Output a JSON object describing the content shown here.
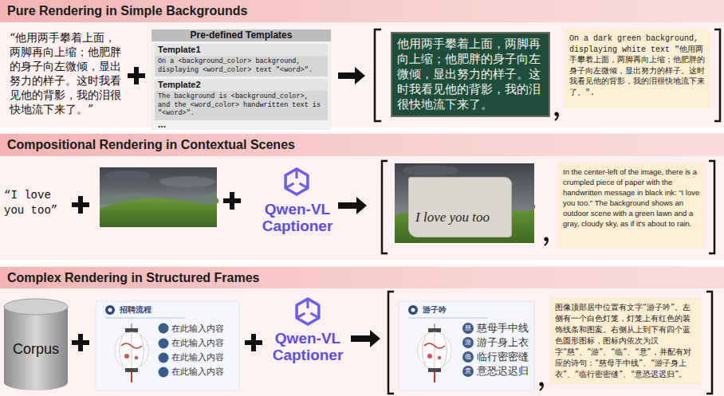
{
  "diagram": {
    "nodes": [
      {
        "text": [
          "Pure Rendering in Simple Backgrounds"
        ]
      },
      {
        "text": [
          "Pre-defined Templates"
        ]
      },
      {
        "text": [
          "Template1",
          "On a <background_color> background, displaying <word_color> text \"<word>\"."
        ],
        "in": 1
      },
      {
        "text": [
          "Template2",
          "The background is <background_color>, and the <word_color> handwritten text is \"<word>\"."
        ],
        "in": 1
      },
      {
        "text": [
          "他用两手攀着上面，两脚再向上缩；他肥胖的身子向左微倾，显出努力的样子。这时我看见他的背影，我的泪很快地流下来了。"
        ]
      },
      {
        "text": [
          "On a dark green background, displaying white text \"他用两手攀着上面，两脚再向上缩；他肥胖的身子向左微倾，显出努力的样子。这时我看见他的背影，我的泪很快地流下来了。\"."
        ]
      },
      {
        "text": [
          "Compositional Rendering in Contextual Scenes"
        ]
      },
      {
        "text": [
          "I love you too"
        ]
      },
      {
        "text": [
          "In the center-left of the image, there is a crumpled piece of paper with the handwritten message in black ink: \"I love you too.\" The background shows an outdoor scene with a green lawn and a gray, cloudy sky, as if it's about to rain."
        ]
      },
      {
        "text": [
          "Complex Rendering in Structured Frames"
        ]
      },
      {
        "text": [
          "Corpus"
        ]
      },
      {
        "text": [
          "招聘流程",
          "在此输入内容",
          "在此输入内容",
          "在此输入内容",
          "在此输入内容"
        ]
      },
      {
        "text": [
          "游子吟",
          "慈母手中线",
          "游子身上衣",
          "临行密密缝",
          "意恐迟迟归"
        ]
      },
      {
        "text": [
          "图像顶部居中位置有文字“游子吟”。左侧有一个白色灯笼，灯笼上有红色的装饰线条和图案。右侧从上到下有四个蓝色圆形图标，图标内依次为汉字“慈”、“游”、“临”、“意”，并配有对应的诗句：“慈母手中线”、“游子身上衣”、“临行密密缝”、“意恐迟迟归”。"
        ]
      }
    ],
    "labels": [
      "“他用两手攀着上面，两脚再向上缩；他肥胖的身子向左微倾，显出努力的样子。这时我看见他的背影，我的泪很快地流下来了。”",
      "...",
      "“I love you too”",
      "Qwen-VL Captioner",
      "Qwen-VL Captioner",
      "慈",
      "游",
      "临",
      "意"
    ]
  }
}
